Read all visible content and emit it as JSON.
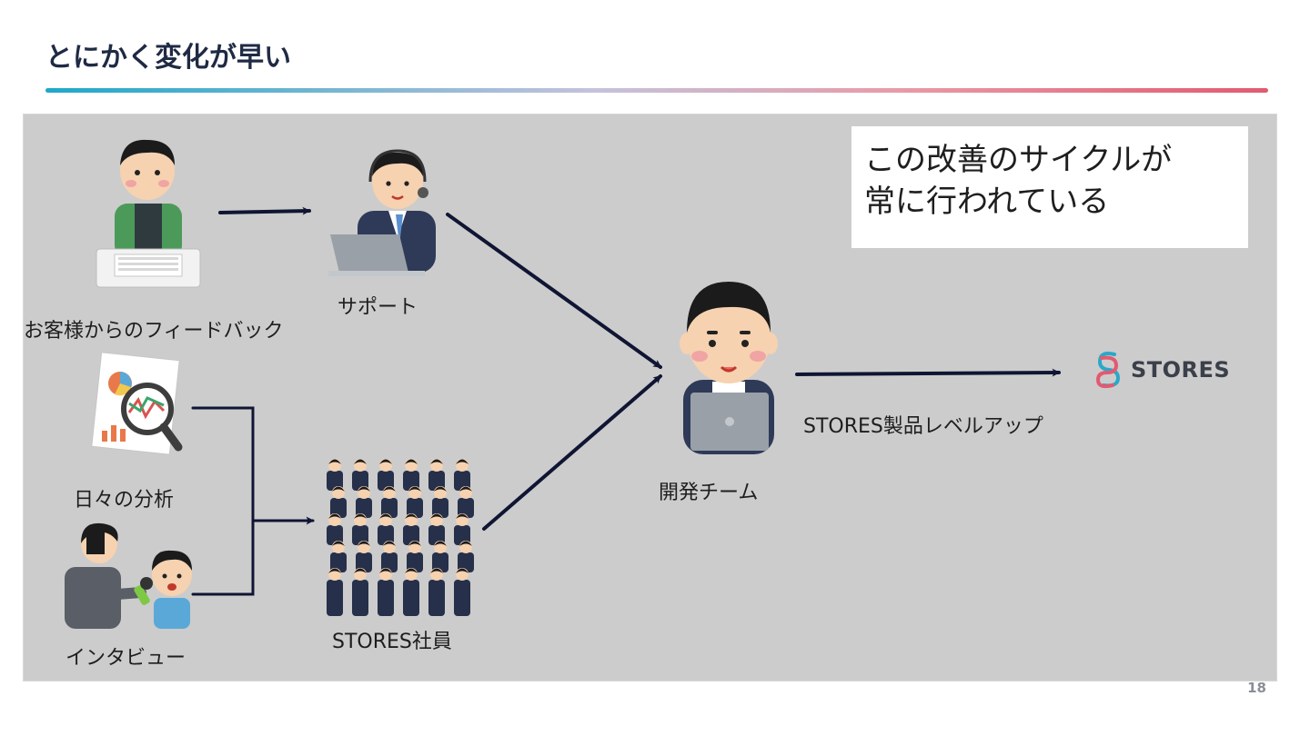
{
  "slide": {
    "title": "とにかく変化が早い",
    "page_number": "18"
  },
  "note": {
    "line1": "この改善のサイクルが",
    "line2": "常に行われている"
  },
  "nodes": {
    "feedback": "お客様からのフィードバック",
    "support": "サポート",
    "analysis": "日々の分析",
    "interview": "インタビュー",
    "employees": "STORES社員",
    "dev_team": "開発チーム",
    "levelup": "STORES製品レベルアップ"
  },
  "logo": {
    "text": "STORES"
  },
  "colors": {
    "title": "#1f2a44",
    "panel": "#cccccc",
    "arrow": "#0f1533",
    "accent_start": "#1fa8c9",
    "accent_end": "#e25a70"
  }
}
